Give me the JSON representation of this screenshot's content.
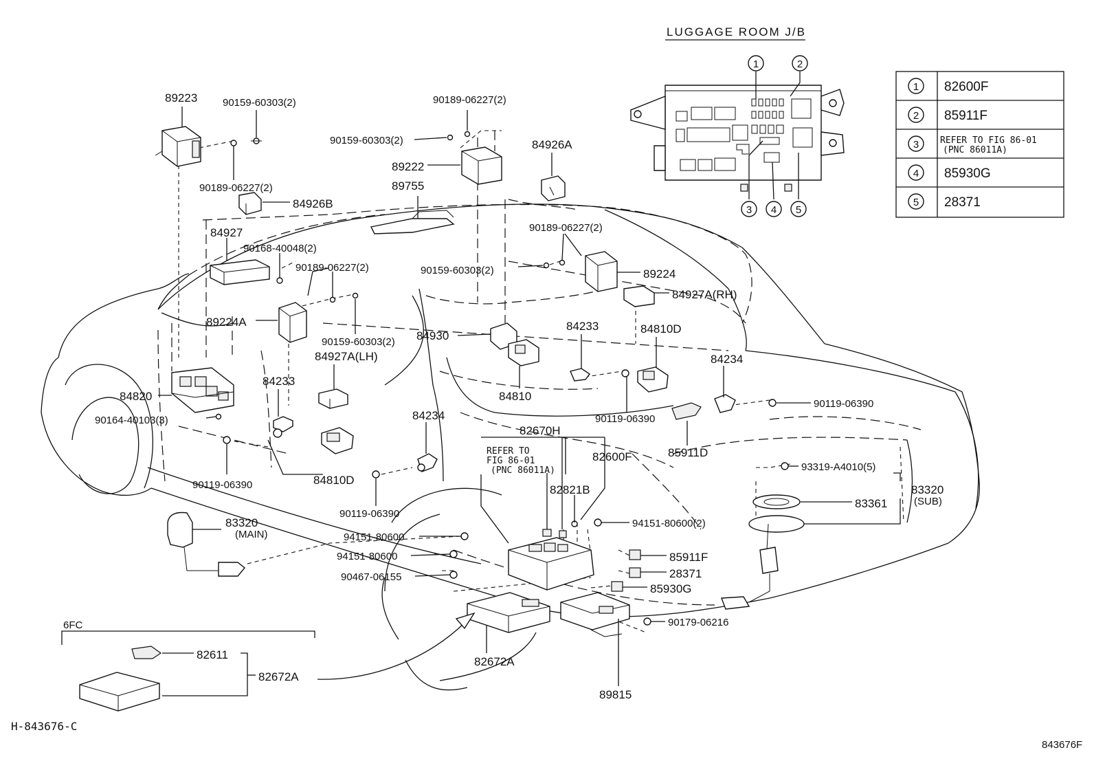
{
  "luggage_jb": {
    "title": "LUGGAGE ROOM J/B",
    "callouts": [
      "1",
      "2",
      "3",
      "4",
      "5"
    ]
  },
  "legend": [
    {
      "num": "1",
      "value": "82600F"
    },
    {
      "num": "2",
      "value": "85911F"
    },
    {
      "num": "3",
      "value_line1": "REFER TO FIG 86-01",
      "value_line2": "(PNC 86011A)"
    },
    {
      "num": "4",
      "value": "85930G"
    },
    {
      "num": "5",
      "value": "28371"
    }
  ],
  "labels": {
    "p89223": "89223",
    "p90159_60303_a": "90159-60303(2)",
    "p90189_06227_a": "90189-06227(2)",
    "p84926B": "84926B",
    "p84927": "84927",
    "p90168_40048": "90168-40048(2)",
    "p90189_06227_b": "90189-06227(2)",
    "p89224A": "89224A",
    "p90159_60303_b": "90159-60303(2)",
    "p84927A_LH": "84927A(LH)",
    "p84820": "84820",
    "p90164_40103": "90164-40103(3)",
    "p84233_a": "84233",
    "p90119_06390_a": "90119-06390",
    "p84810D_a": "84810D",
    "p90189_06227_c": "90189-06227(2)",
    "p90159_60303_c": "90159-60303(2)",
    "p89222": "89222",
    "p89755": "89755",
    "p84926A": "84926A",
    "p90189_06227_d": "90189-06227(2)",
    "p90159_60303_d": "90159-60303(2)",
    "p89224": "89224",
    "p84927A_RH": "84927A(RH)",
    "p84930": "84930",
    "p84233_b": "84233",
    "p84810D_b": "84810D",
    "p84810": "84810",
    "p84234_a": "84234",
    "p90119_06390_b": "90119-06390",
    "p84234_b": "84234",
    "p90119_06390_c": "90119-06390",
    "p85911D": "85911D",
    "p82670H": "82670H",
    "refer_line1": "REFER TO",
    "refer_line2": "FIG 86-01",
    "refer_line3": "(PNC 86011A)",
    "p82600F": "82600F",
    "p82821B": "82821B",
    "p94151_80600_2": "94151-80600(2)",
    "p90119_06390_d": "90119-06390",
    "p83320_main": "83320",
    "main": "(MAIN)",
    "p94151_80600_a": "94151-80600",
    "p94151_80600_b": "94151-80600",
    "p90467_06155": "90467-06155",
    "p85911F": "85911F",
    "p28371": "28371",
    "p85930G": "85930G",
    "p90179_06216": "90179-06216",
    "p93319_A4010": "93319-A4010(5)",
    "p83361": "83361",
    "p83320_sub": "83320",
    "sub": "(SUB)",
    "p82672A_a": "82672A",
    "p89815": "89815",
    "sixfc": "6FC",
    "p82611": "82611",
    "p82672A_b": "82672A",
    "footer_left": "H-843676-C",
    "footer_right": "843676F"
  }
}
